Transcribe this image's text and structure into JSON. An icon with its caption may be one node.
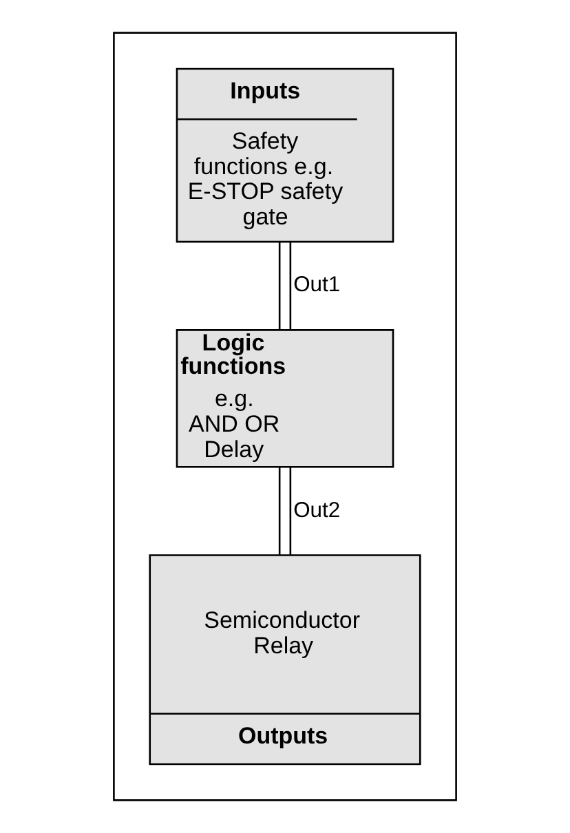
{
  "diagram": {
    "nodes": [
      {
        "text": [],
        "shape": "box"
      },
      {
        "text": [
          "Inputs",
          "Safety functions e.g. E-STOP safety gate"
        ],
        "in": 0
      },
      {
        "text": [
          "Logic functions",
          "e.g. AND OR Delay"
        ],
        "in": 0
      },
      {
        "text": [
          "Semiconductor Relay",
          "Outputs"
        ],
        "in": 0
      }
    ],
    "edges": [
      {
        "from": 1,
        "to": 2,
        "arrow": "none",
        "label": "Out1"
      },
      {
        "from": 2,
        "to": 3,
        "arrow": "none",
        "label": "Out2"
      }
    ]
  }
}
